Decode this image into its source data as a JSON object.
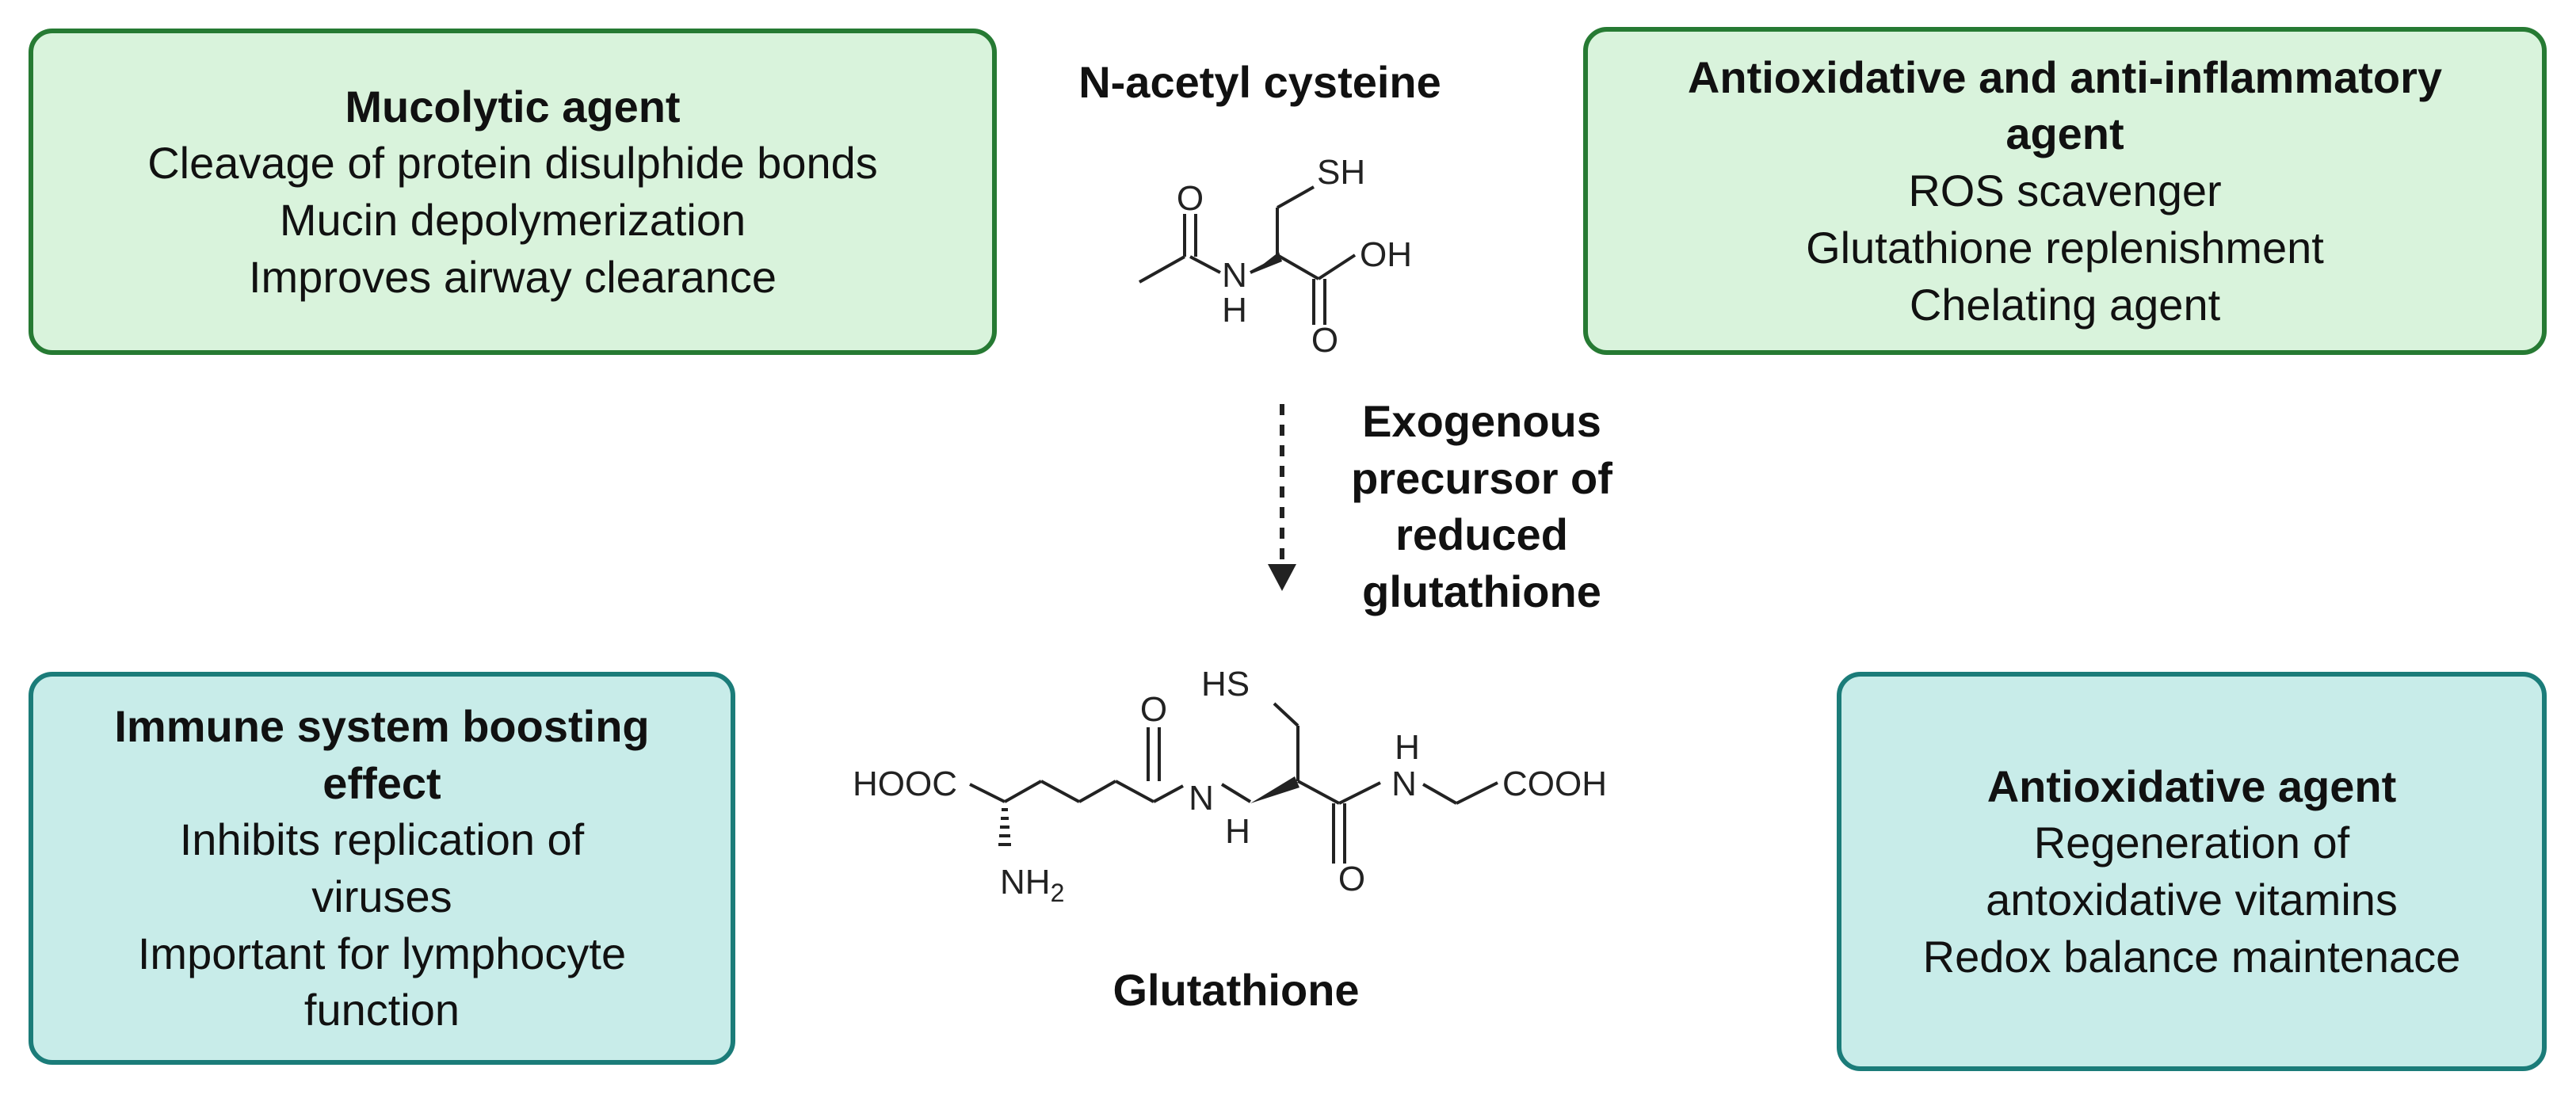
{
  "title": "N-acetyl cysteine",
  "bottom_title": "Glutathione",
  "arrow_label": [
    "Exogenous",
    "precursor of",
    "reduced",
    "glutathione"
  ],
  "boxes": {
    "mucolytic": {
      "title": "Mucolytic agent",
      "lines": [
        "Cleavage of protein disulphide bonds",
        "Mucin depolymerization",
        "Improves airway clearance"
      ]
    },
    "antiox_antiinflam": {
      "title_lines": [
        "Antioxidative and anti-inflammatory",
        "agent"
      ],
      "lines": [
        "ROS scavenger",
        "Glutathione replenishment",
        "Chelating agent"
      ]
    },
    "immune": {
      "title_lines": [
        "Immune system boosting",
        "effect"
      ],
      "lines": [
        "Inhibits replication of",
        "viruses",
        "Important for lymphocyte",
        "function"
      ]
    },
    "antiox": {
      "title": "Antioxidative agent",
      "lines": [
        "Regeneration of",
        "antoxidative vitamins",
        "Redox balance maintenace"
      ]
    }
  },
  "nac_atoms": {
    "o": "O",
    "sh": "SH",
    "oh": "OH",
    "n": "N",
    "h": "H",
    "o2": "O"
  },
  "gsh_atoms": {
    "hooc": "HOOC",
    "nh2_n": "NH",
    "nh2_sub": "2",
    "o1": "O",
    "n1": "N",
    "h1": "H",
    "hs": "HS",
    "h2": "H",
    "n2": "N",
    "o2": "O",
    "cooh": "COOH"
  },
  "colors": {
    "green_fill": "#d9f3dc",
    "green_border": "#267a33",
    "teal_fill": "#c8ece9",
    "teal_border": "#1b7c79"
  }
}
